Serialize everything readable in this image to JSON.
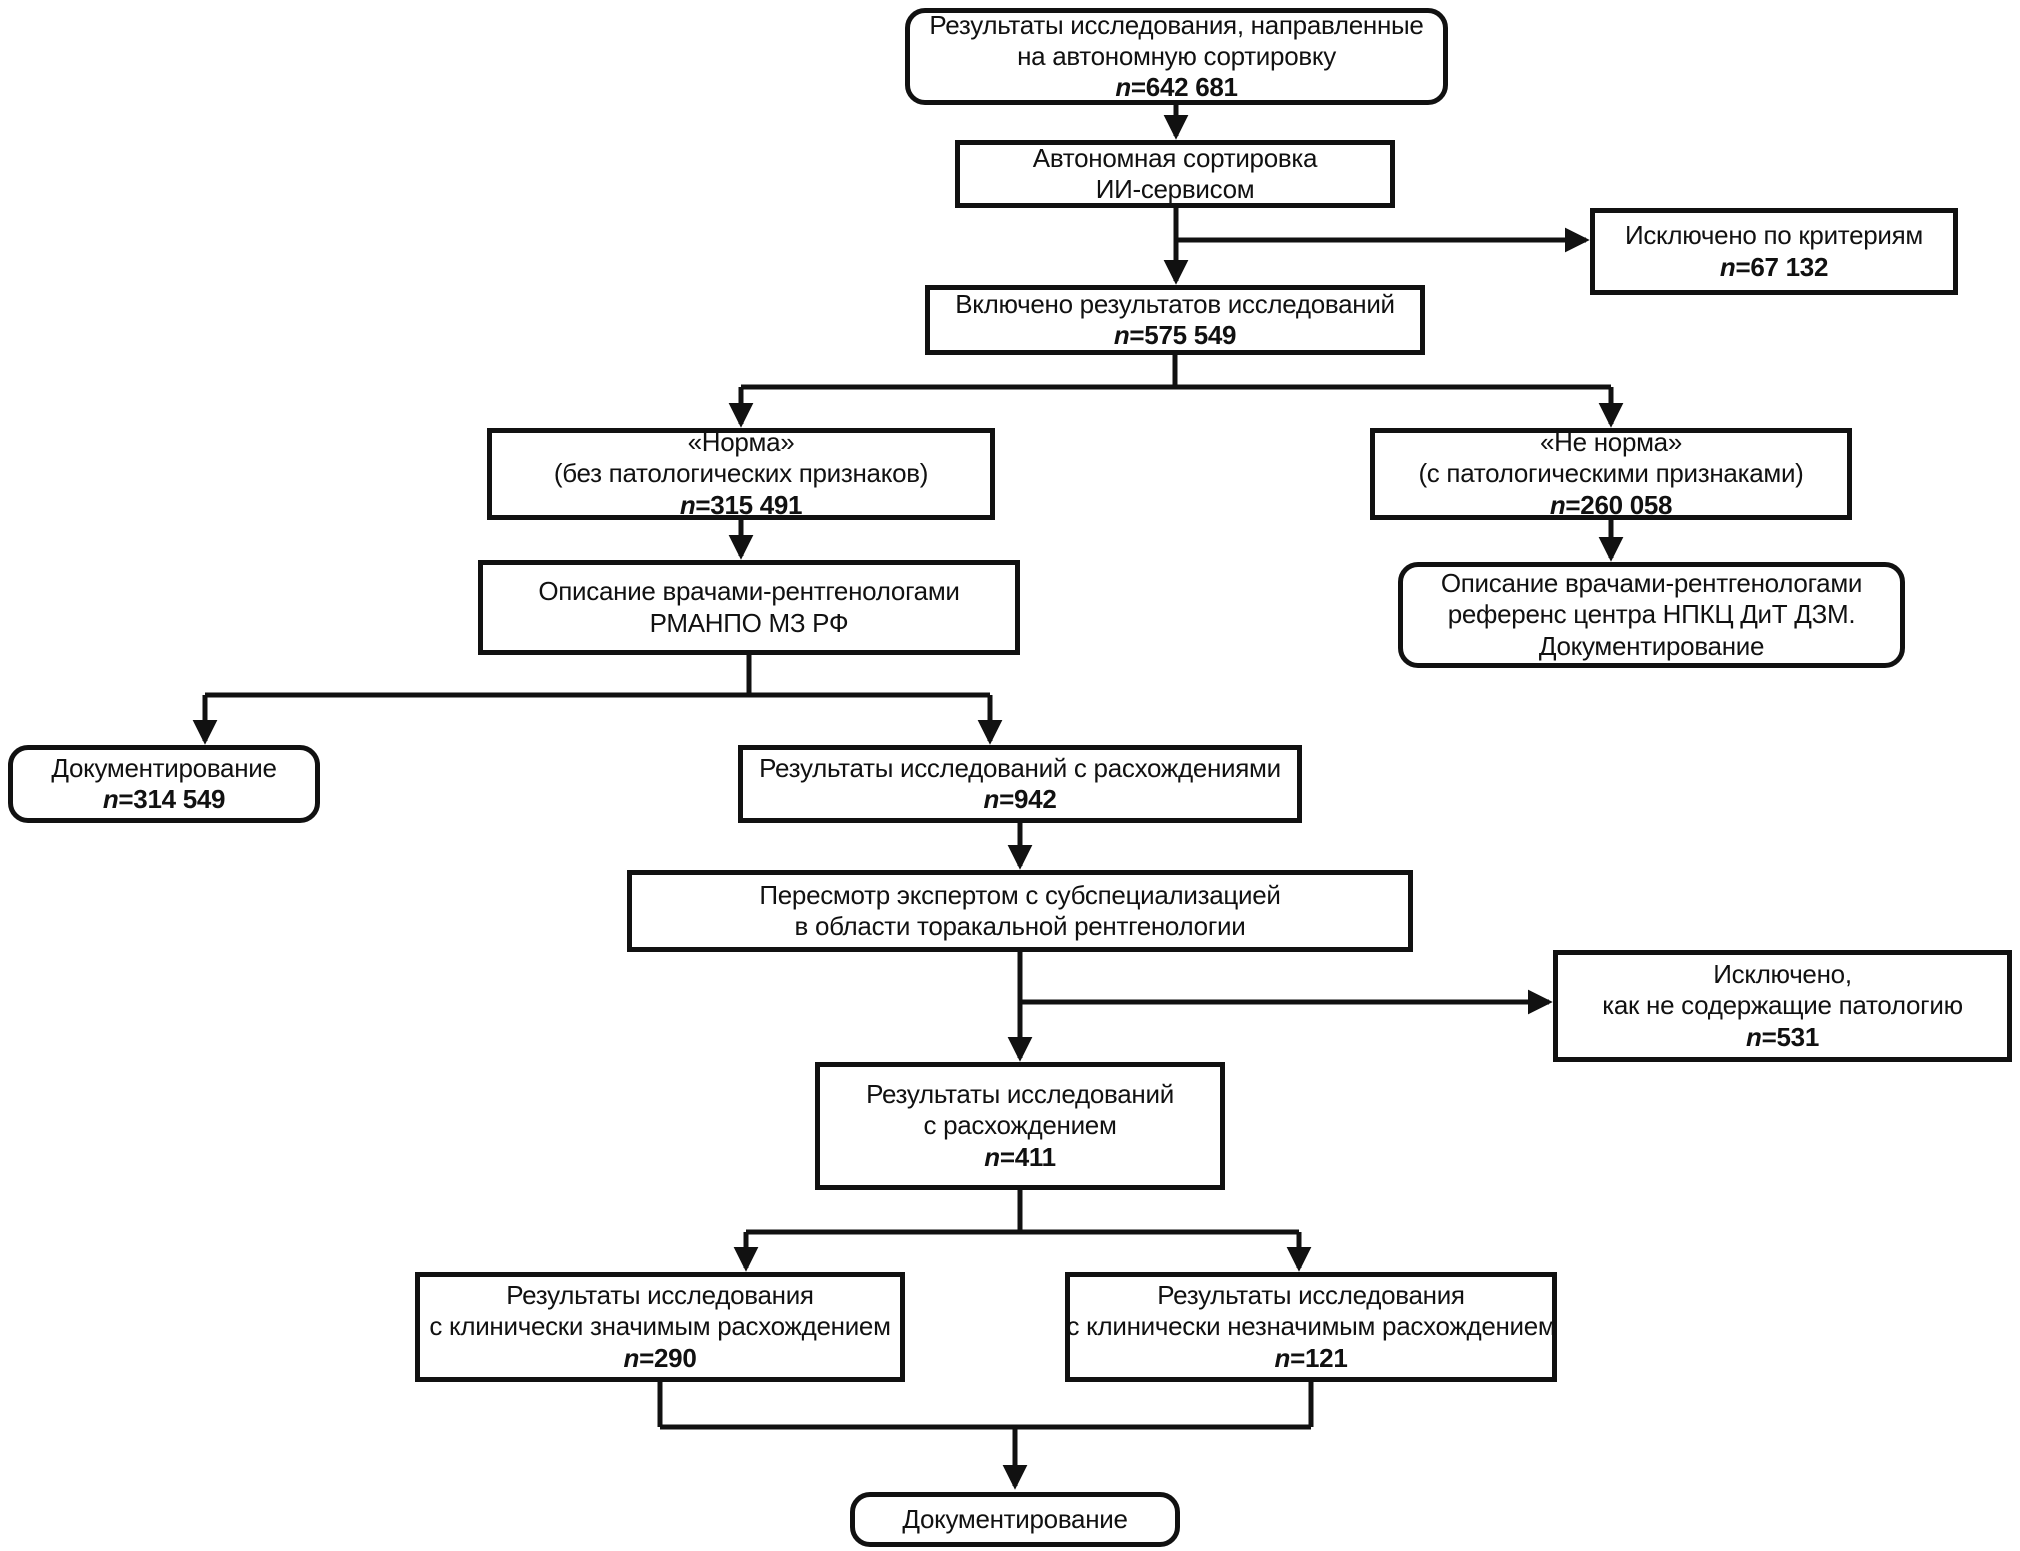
{
  "diagram": {
    "labels": {
      "n_var": "n",
      "eq": "="
    },
    "colors": {
      "background": "#ffffff",
      "box_fill": "#ffffff",
      "box_border": "#111111",
      "line": "#111111",
      "text": "#111111"
    },
    "boxes": {
      "initial": {
        "shape": "rounded",
        "lines": [
          "Результаты исследования, направленные",
          "на автономную сортировку"
        ],
        "n": "642 681"
      },
      "autonomous_sorting": {
        "shape": "rect",
        "lines": [
          "Автономная сортировка",
          "ИИ-сервисом"
        ]
      },
      "excluded_by_criteria": {
        "shape": "rect",
        "lines": [
          "Исключено по критериям"
        ],
        "n": "67 132"
      },
      "included": {
        "shape": "rect",
        "lines": [
          "Включено результатов исследований"
        ],
        "n": "575 549"
      },
      "norm": {
        "shape": "rect",
        "lines": [
          "«Норма»",
          "(без патологических признаков)"
        ],
        "n": "315 491"
      },
      "not_norm": {
        "shape": "rect",
        "lines": [
          "«Не норма»",
          "(с патологическими признаками)"
        ],
        "n": "260 058"
      },
      "rmanpo_description": {
        "shape": "rect",
        "lines": [
          "Описание врачами-рентгенологами",
          "РМАНПО МЗ РФ"
        ]
      },
      "reference_description": {
        "shape": "rounded",
        "lines": [
          "Описание врачами-рентгенологами",
          "референс центра НПКЦ ДиТ ДЗМ.",
          "Документирование"
        ]
      },
      "documentation_left": {
        "shape": "rounded",
        "lines": [
          "Документирование"
        ],
        "n": "314 549"
      },
      "discrepancies": {
        "shape": "rect",
        "lines": [
          "Результаты исследований с расхождениями"
        ],
        "n": "942"
      },
      "expert_review": {
        "shape": "rect",
        "lines": [
          "Пересмотр экспертом с субспециализацией",
          "в области торакальной рентгенологии"
        ]
      },
      "excluded_no_pathology": {
        "shape": "rect",
        "lines": [
          "Исключено,",
          "как не содержащие патологию"
        ],
        "n": "531"
      },
      "discrepancy_final": {
        "shape": "rect",
        "lines": [
          "Результаты исследований",
          "с расхождением"
        ],
        "n": "411"
      },
      "significant_discrepancy": {
        "shape": "rect",
        "lines": [
          "Результаты исследования",
          "с клинически значимым расхождением"
        ],
        "n": "290"
      },
      "insignificant_discrepancy": {
        "shape": "rect",
        "lines": [
          "Результаты исследования",
          "с клинически незначимым расхождением"
        ],
        "n": "121"
      },
      "documentation_final": {
        "shape": "rounded",
        "lines": [
          "Документирование"
        ]
      }
    }
  }
}
